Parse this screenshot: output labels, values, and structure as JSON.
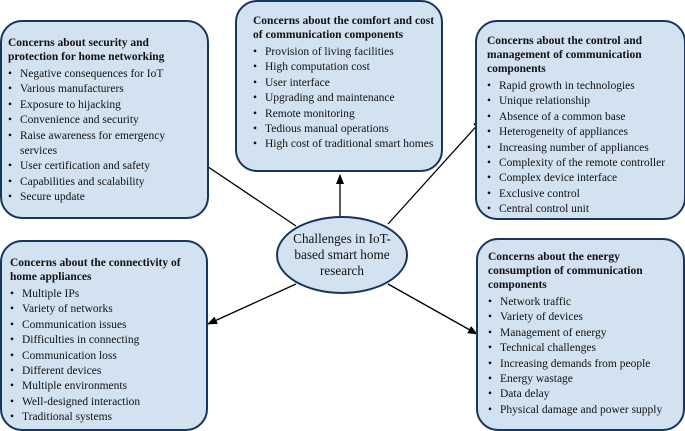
{
  "center": {
    "label": "Challenges in IoT-based smart home research"
  },
  "boxes": {
    "security": {
      "title": "Concerns about security and protection for home networking",
      "items": [
        "Negative consequences for IoT",
        "Various manufacturers",
        "Exposure to hijacking",
        "Convenience and security",
        "Raise awareness for emergency services",
        "User certification and safety",
        "Capabilities and scalability",
        "Secure update"
      ]
    },
    "comfort": {
      "title": "Concerns about the comfort and cost of communication components",
      "items": [
        "Provision of living facilities",
        "High computation cost",
        "User interface",
        "Upgrading and maintenance",
        "Remote monitoring",
        "Tedious manual operations",
        "High cost of traditional smart homes"
      ]
    },
    "control": {
      "title": "Concerns about the control and management of communication components",
      "items": [
        "Rapid growth in technologies",
        "Unique relationship",
        "Absence of a common base",
        "Heterogeneity of appliances",
        "Increasing number of appliances",
        "Complexity of the remote controller",
        "Complex device interface",
        "Exclusive control",
        "Central control unit"
      ]
    },
    "connectivity": {
      "title": "Concerns about the connectivity of home appliances",
      "items": [
        "Multiple IPs",
        "Variety of networks",
        "Communication issues",
        "Difficulties in connecting",
        "Communication loss",
        "Different devices",
        "Multiple environments",
        "Well-designed interaction",
        "Traditional systems"
      ]
    },
    "energy": {
      "title": "Concerns about the energy consumption of communication components",
      "items": [
        "Network traffic",
        "Variety of devices",
        "Management of energy",
        "Technical challenges",
        "Increasing demands from people",
        "Energy wastage",
        "Data delay",
        "Physical damage and power supply"
      ]
    }
  },
  "colors": {
    "box_fill": "#d3e2f1",
    "box_border": "#16365c",
    "arrow": "#000000"
  }
}
